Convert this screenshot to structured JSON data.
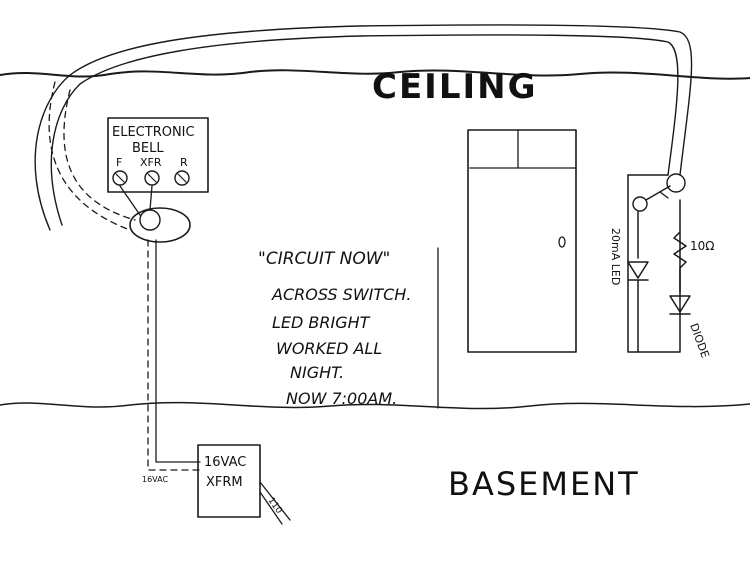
{
  "labels": {
    "ceiling": "CEILING",
    "basement": "BASEMENT",
    "bell_line1": "ELECTRONIC",
    "bell_line2": "BELL",
    "term_f": "F",
    "term_xfr": "XFR",
    "term_r": "R",
    "xfrm_line1": "16VAC",
    "xfrm_line2": "XFRM",
    "xfrm_left_wire": "16VAC",
    "xfrm_right_wire": "110",
    "resistor_value": "10Ω",
    "led_label": "20mA LED",
    "diode_label": "DIODE"
  },
  "note": {
    "title": "\"CIRCUIT NOW\"",
    "lines": [
      "ACROSS SWITCH.",
      "LED BRIGHT",
      "WORKED ALL",
      "NIGHT.",
      "NOW 7:00AM."
    ]
  },
  "colors": {
    "ink": "#1a1a1a",
    "paper": "#ffffff"
  }
}
